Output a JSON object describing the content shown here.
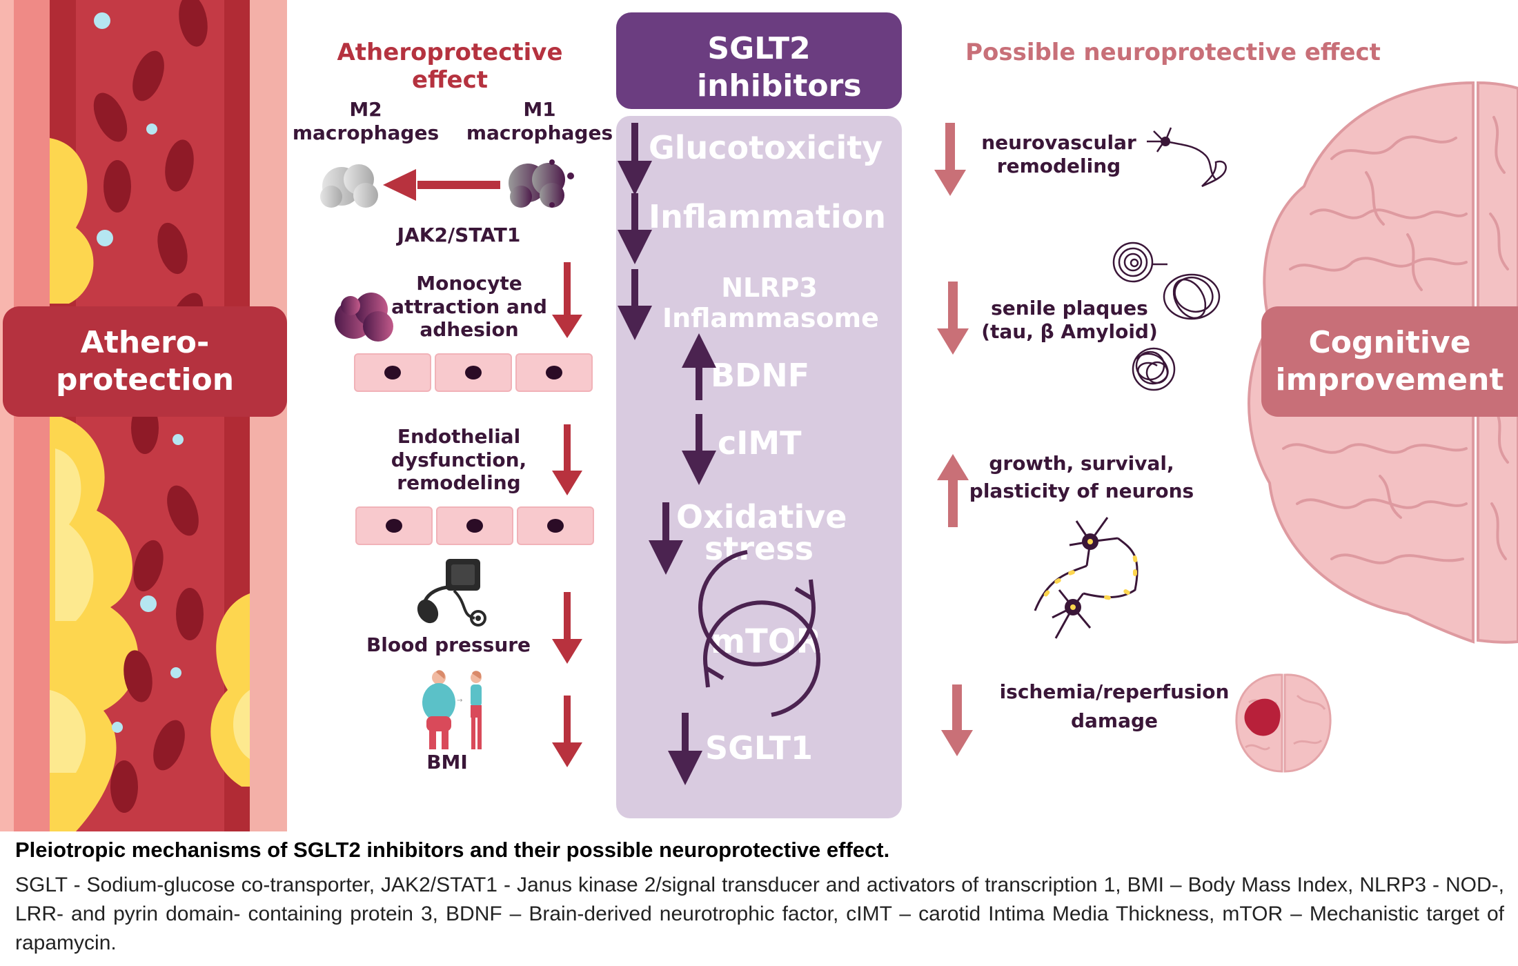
{
  "header": {
    "sglt2_title": "SGLT2 inhibitors",
    "athero_title": "Atheroprotective effect",
    "neuro_title": "Possible neuroprotective effect"
  },
  "left": {
    "badge": "Athero-\nprotection",
    "m2": "M2\nmacrophages",
    "m1": "M1\nmacrophages",
    "jak": "JAK2/STAT1",
    "monocyte": "Monocyte\nattraction and\nadhesion",
    "endothelial": "Endothelial\ndysfunction,\nremodeling",
    "bp": "Blood pressure",
    "bmi": "BMI"
  },
  "center": {
    "glucotoxicity": "Glucotoxicity",
    "inflammation": "Inflammation",
    "nlrp3": "NLRP3\nInflammasome",
    "bdnf": "BDNF",
    "cimt": "cIMT",
    "oxidative": "Oxidative\nstress",
    "mtor": "mTOR",
    "sglt1": "SGLT1"
  },
  "right": {
    "neurovascular": "neurovascular\nremodeling",
    "plaques": "senile plaques\n(tau, β Amyloid)",
    "growth": "growth, survival,\nplasticity of neurons",
    "ischemia": "ischemia/reperfusion\ndamage",
    "badge": "Cognitive\nimprovement"
  },
  "caption": {
    "title": "Pleiotropic mechanisms of SGLT2 inhibitors and their possible neuroprotective effect.",
    "body": "SGLT - Sodium-glucose co-transporter, JAK2/STAT1 - Janus kinase 2/signal transducer and activators of transcription 1, BMI – Body Mass Index, NLRP3 - NOD-, LRR- and pyrin domain- containing protein 3, BDNF – Brain-derived neurotrophic factor, cIMT – carotid Intima Media Thickness, mTOR – Mechanistic target of rapamycin."
  },
  "colors": {
    "purple_dark": "#6b3d80",
    "purple_light": "#d9cbe0",
    "red_arrow": "#b8323e",
    "pink_arrow": "#c97077",
    "vessel_red": "#b12b35",
    "plaque_yellow": "#fdd64f"
  },
  "icons": [
    "vessel-illustration",
    "macrophage-icon",
    "monocyte-icon",
    "endothelial-cells",
    "blood-pressure-monitor-icon",
    "body-weight-icon",
    "mtor-cycle-icon",
    "neuron-icon",
    "plaque-icon",
    "brain-illustration",
    "ischemic-brain-icon"
  ]
}
